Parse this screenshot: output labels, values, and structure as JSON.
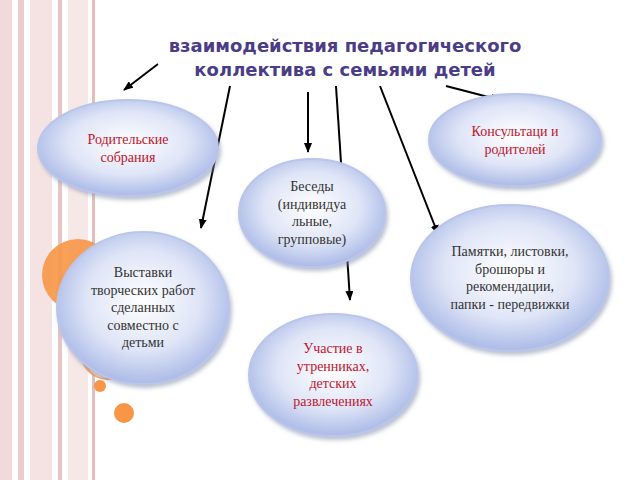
{
  "diagram": {
    "title": "взаимодействия педагогического коллектива с семьями детей",
    "nodes": [
      {
        "text": [
          "Родительские собрания"
        ]
      },
      {
        "text": [
          "Консультаци и родителей"
        ]
      },
      {
        "text": [
          "Беседы (индивидуа льные, групповые)"
        ]
      },
      {
        "text": [
          "Выставки творческих работ сделанных совместно с детьми"
        ]
      },
      {
        "text": [
          "Памятки, листовки, брошюры и рекомендации, папки - передвижки"
        ]
      },
      {
        "text": [
          "Участие в утренниках, детских развлечениях"
        ]
      }
    ]
  }
}
